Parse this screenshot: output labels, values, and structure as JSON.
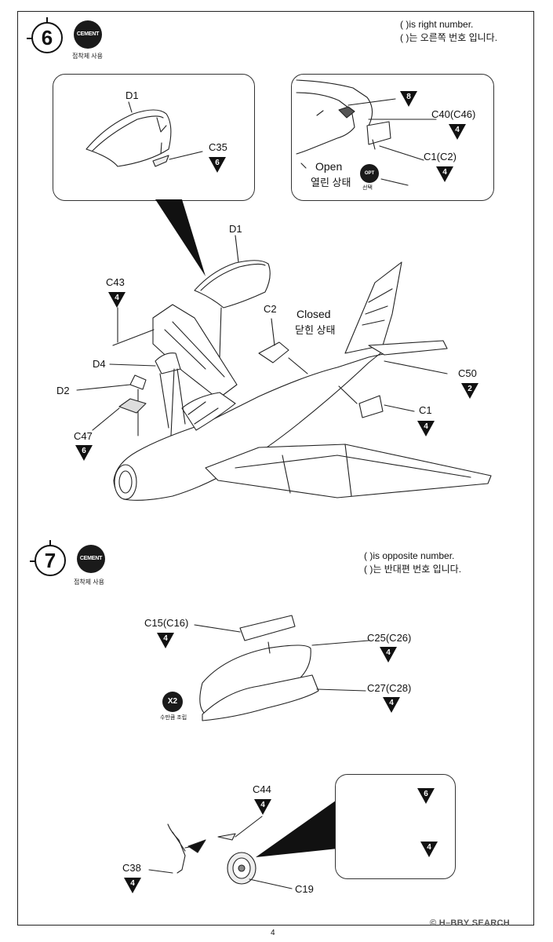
{
  "page_number": "4",
  "watermark": "© H–BBY SEARCH",
  "step6": {
    "number": "6",
    "cement_label": "CEMENT",
    "cement_sub": "접착제 사용",
    "note_line1": "( )is right number.",
    "note_line2": "( )는 오른쪽 번호 입니다.",
    "inset_left": {
      "part": "D1",
      "part2": "C35",
      "part2_badge": "6"
    },
    "inset_right": {
      "badge_top": "8",
      "part_a": "C40(C46)",
      "part_a_badge": "4",
      "part_b": "C1(C2)",
      "part_b_badge": "4",
      "open_en": "Open",
      "open_kr": "열린 상태",
      "opt_label": "OPT",
      "opt_sub": "선택"
    },
    "main": {
      "D1": "D1",
      "C43": "C43",
      "C43_badge": "4",
      "C2": "C2",
      "closed_en": "Closed",
      "closed_kr": "닫힌 상태",
      "D4": "D4",
      "D2": "D2",
      "C47": "C47",
      "C47_badge": "6",
      "C50": "C50",
      "C50_badge": "2",
      "C1": "C1",
      "C1_badge": "4"
    }
  },
  "step7": {
    "number": "7",
    "cement_label": "CEMENT",
    "cement_sub": "접착제 사용",
    "note_line1": "( )is opposite number.",
    "note_line2": "( )는 반대편 번호 입니다.",
    "tank": {
      "C15": "C15(C16)",
      "C15_badge": "4",
      "C25": "C25(C26)",
      "C25_badge": "4",
      "C27": "C27(C28)",
      "C27_badge": "4",
      "x2_label": "X2",
      "x2_sub": "수만큼 조립"
    },
    "gear": {
      "C44": "C44",
      "C44_badge": "4",
      "C38": "C38",
      "C38_badge": "4",
      "C19": "C19",
      "wheel_badge_top": "6",
      "wheel_badge_bottom": "4"
    }
  }
}
